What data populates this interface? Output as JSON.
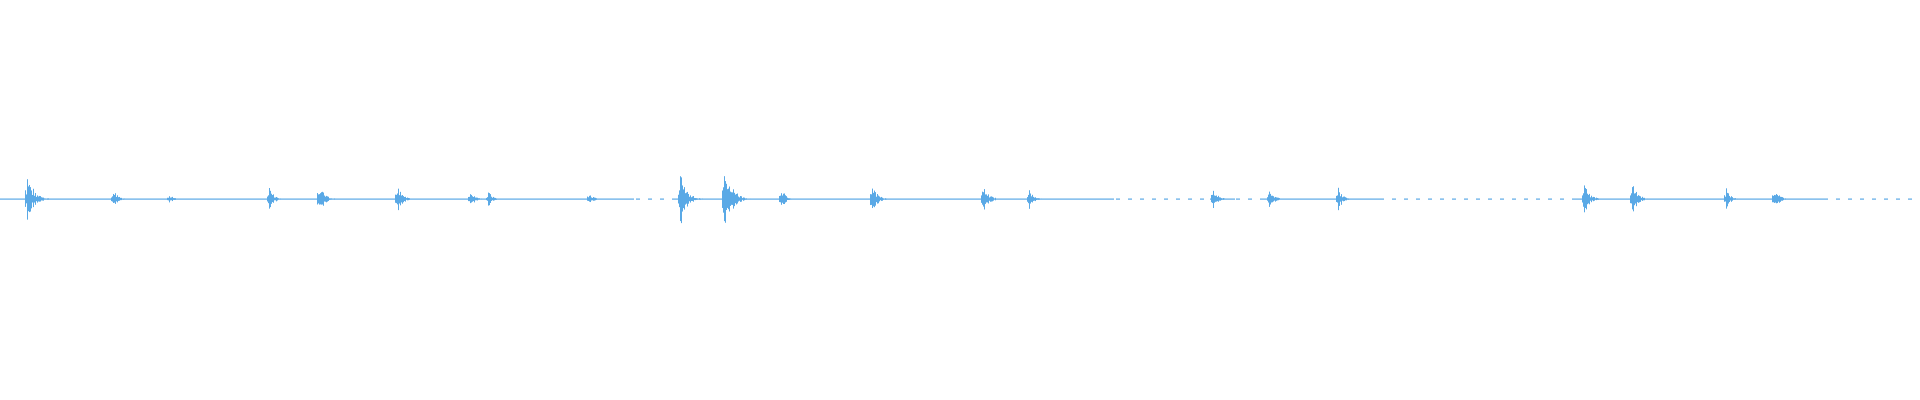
{
  "waveform": {
    "color": "#5aa9e6",
    "background": "#ffffff",
    "bursts": [
      {
        "pos": 0.014,
        "amp": 0.2
      },
      {
        "pos": 0.059,
        "amp": 0.08
      },
      {
        "pos": 0.088,
        "amp": 0.04
      },
      {
        "pos": 0.14,
        "amp": 0.09
      },
      {
        "pos": 0.166,
        "amp": 0.12
      },
      {
        "pos": 0.207,
        "amp": 0.11
      },
      {
        "pos": 0.245,
        "amp": 0.07
      },
      {
        "pos": 0.254,
        "amp": 0.06
      },
      {
        "pos": 0.307,
        "amp": 0.05
      },
      {
        "pos": 0.354,
        "amp": 0.2
      },
      {
        "pos": 0.377,
        "amp": 0.27
      },
      {
        "pos": 0.407,
        "amp": 0.08
      },
      {
        "pos": 0.454,
        "amp": 0.12
      },
      {
        "pos": 0.512,
        "amp": 0.13
      },
      {
        "pos": 0.536,
        "amp": 0.09
      },
      {
        "pos": 0.632,
        "amp": 0.09
      },
      {
        "pos": 0.661,
        "amp": 0.09
      },
      {
        "pos": 0.697,
        "amp": 0.08
      },
      {
        "pos": 0.825,
        "amp": 0.13
      },
      {
        "pos": 0.85,
        "amp": 0.13
      },
      {
        "pos": 0.899,
        "amp": 0.08
      },
      {
        "pos": 0.924,
        "amp": 0.09
      }
    ],
    "gaps": [
      {
        "from": 0.33,
        "to": 0.35
      },
      {
        "from": 0.58,
        "to": 0.63
      },
      {
        "from": 0.643,
        "to": 0.658
      },
      {
        "from": 0.72,
        "to": 0.82
      },
      {
        "from": 0.95,
        "to": 1.0
      }
    ]
  }
}
